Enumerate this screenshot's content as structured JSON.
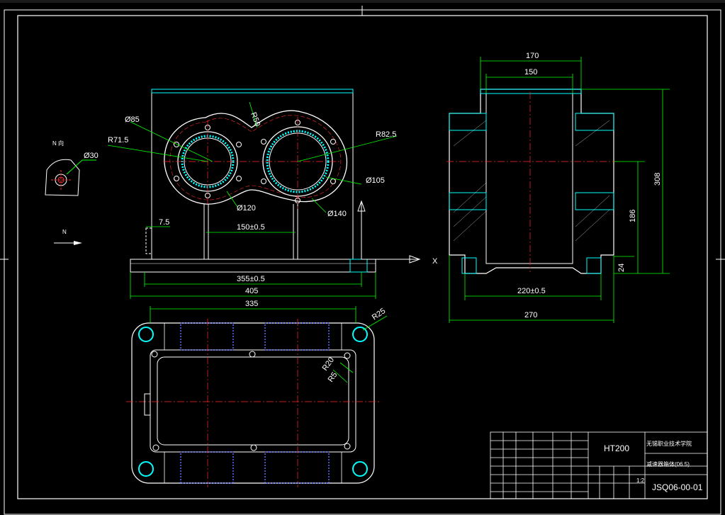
{
  "views": {
    "front": {
      "dims": {
        "d85": "Ø85",
        "r71": "R71.5",
        "r82": "R82.5",
        "r50": "R50",
        "d105": "Ø105",
        "d120": "Ø120",
        "d140": "Ø140",
        "w7_5": "7.5",
        "w150_1": "150±0.5",
        "w355": "355±0.5",
        "w405": "405"
      }
    },
    "side": {
      "dims": {
        "w170": "170",
        "w150": "150",
        "h308": "308",
        "h186": "186",
        "h24": "24",
        "w220": "220±0.5",
        "w270": "270"
      },
      "arrow_label": "X"
    },
    "top": {
      "dims": {
        "w335": "335",
        "r25": "R25",
        "r20": "R20",
        "r5": "R5"
      }
    },
    "detail": {
      "label": "N 向",
      "dim": "Ø30",
      "arrow_label": "N"
    }
  },
  "title_block": {
    "material": "HT200",
    "school": "无锡职业技术学院",
    "part_name": "减速器箱体(06.5)",
    "drawing_no": "JSQ06-00-01",
    "scale": "1:2"
  },
  "colors": {
    "outline": "#ffffff",
    "dimension": "#00ff00",
    "centerline": "#ff2a2a",
    "hatch": "#00ffff",
    "bolt_hole": "#5a6bff"
  }
}
